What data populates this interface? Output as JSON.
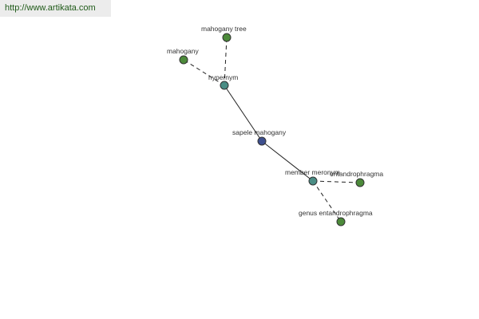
{
  "header": {
    "url": "http://www.artikata.com"
  },
  "colors": {
    "center": "#3d4f8e",
    "relation": "#4a8d85",
    "leaf": "#4c8a3a",
    "edge": "#222222"
  },
  "graph": {
    "center": {
      "id": "sapele",
      "label": "sapele mahogany"
    },
    "relations": [
      {
        "id": "hypernym",
        "label": "hypernym"
      },
      {
        "id": "member_meronym",
        "label": "member meronym"
      }
    ],
    "leaves": [
      {
        "id": "mahogany_tree",
        "label": "mahogany tree",
        "parent": "hypernym"
      },
      {
        "id": "mahogany",
        "label": "mahogany",
        "parent": "hypernym"
      },
      {
        "id": "entandrophragma",
        "label": "entandrophragma",
        "parent": "member_meronym"
      },
      {
        "id": "genus_entandrophragma",
        "label": "genus entandrophragma",
        "parent": "member_meronym"
      }
    ]
  }
}
